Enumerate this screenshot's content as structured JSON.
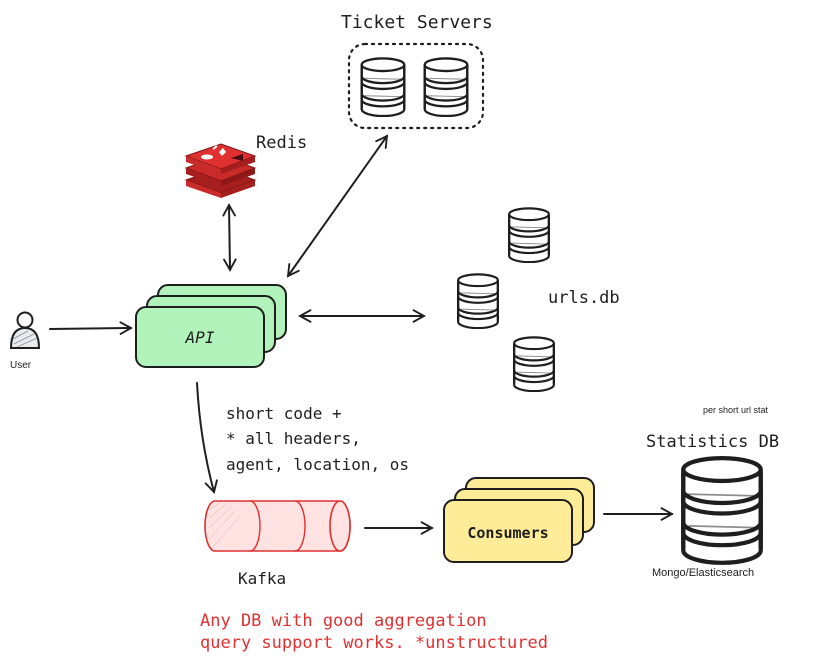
{
  "nodes": {
    "ticket_servers": "Ticket Servers",
    "redis": "Redis",
    "urls_db": "urls.db",
    "user": "User",
    "api": "API",
    "kafka": "Kafka",
    "consumers": "Consumers",
    "statistics_db": "Statistics DB",
    "stats_subtitle": "per short url stat",
    "stats_engine": "Mongo/Elasticsearch"
  },
  "annotations": {
    "event_payload": [
      "short code +",
      "* all headers,",
      "agent, location, os"
    ],
    "db_note": [
      "Any DB with good aggregation",
      "query support works. *unstructured"
    ]
  },
  "colors": {
    "stroke": "#1e1e1e",
    "api_fill": "#b2f2bb",
    "consumers_fill": "#ffec99",
    "kafka_stroke": "#e03131",
    "kafka_fill": "#ffe3e3",
    "redis_red": "#c92a2a",
    "note_red": "#e03131",
    "db_fill": "#ffffff"
  }
}
